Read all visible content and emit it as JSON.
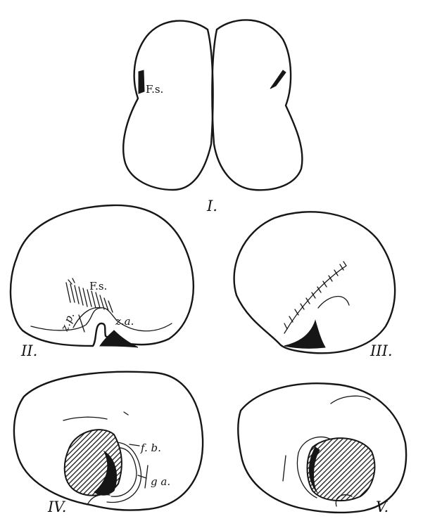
{
  "figures": {
    "fig1": {
      "numeral": "I.",
      "label": "F.s."
    },
    "fig2": {
      "numeral": "II.",
      "label_fs": "F.s.",
      "label_zp": "z.p.",
      "label_za": "z.a."
    },
    "fig3": {
      "numeral": "III."
    },
    "fig4": {
      "numeral": "IV.",
      "label_fb": "f. b.",
      "label_ga": "g a."
    },
    "fig5": {
      "numeral": "V."
    }
  },
  "colors": {
    "ink": "#161616",
    "paper": "#ffffff"
  }
}
